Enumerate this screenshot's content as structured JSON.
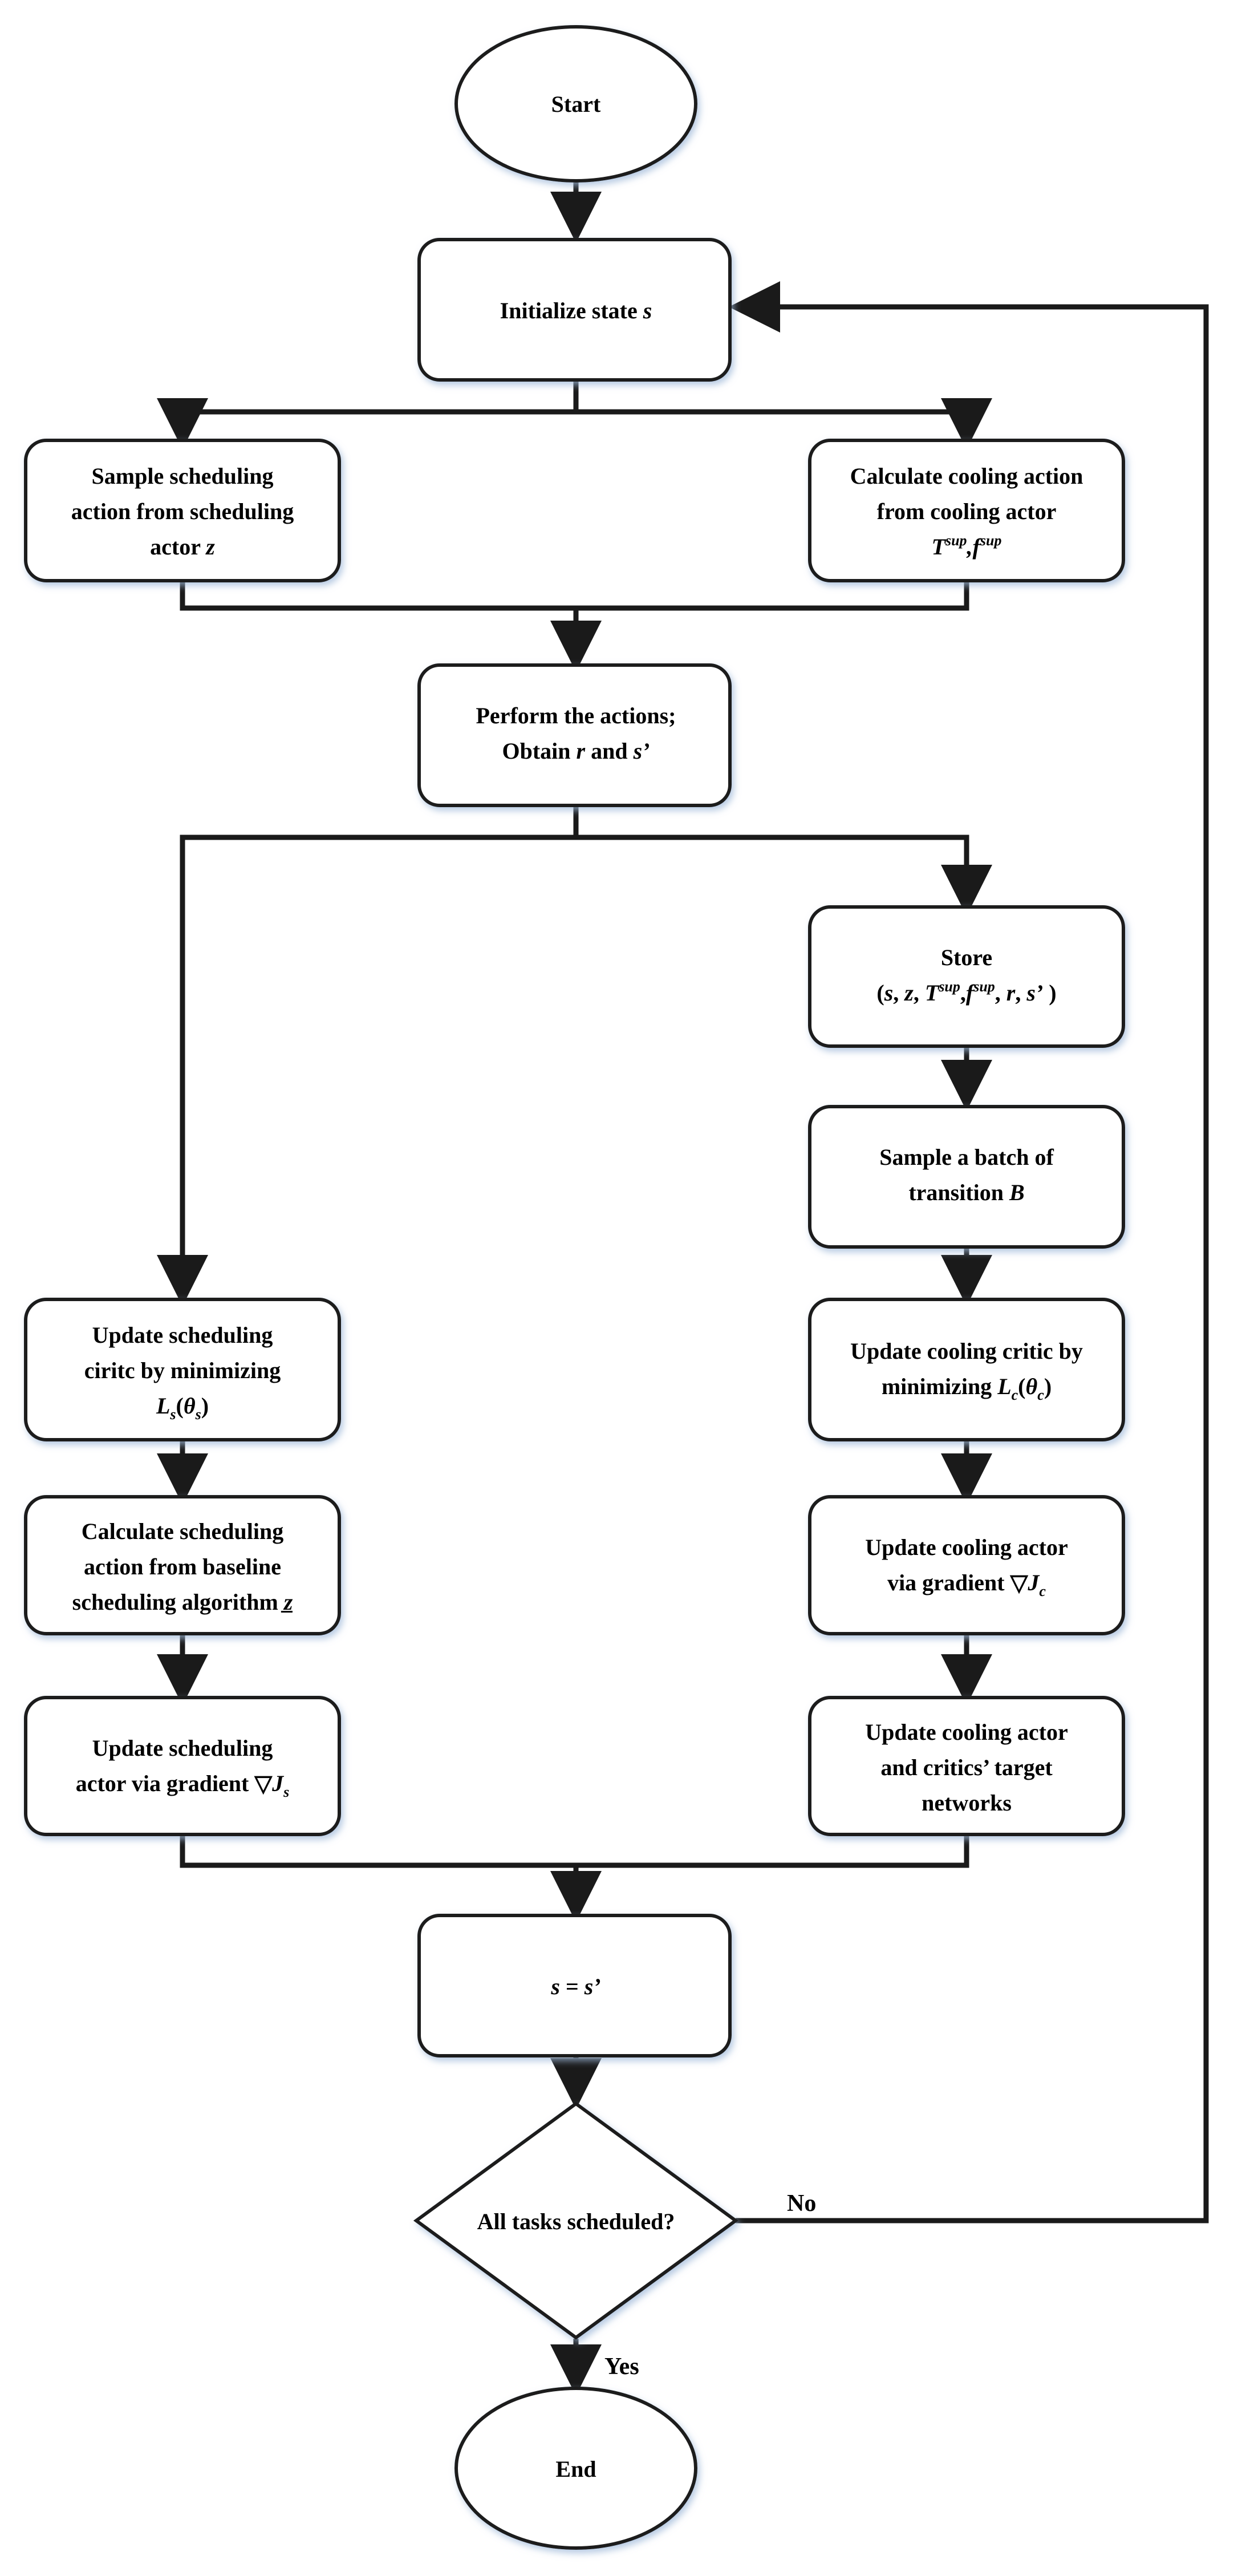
{
  "nodes": {
    "start": "Start",
    "init": [
      "Initialize state ",
      {
        "i": "s"
      }
    ],
    "sample_sched": [
      [
        "Sample scheduling"
      ],
      [
        "action from scheduling"
      ],
      [
        "actor ",
        {
          "i": "z"
        }
      ]
    ],
    "calc_cool": [
      [
        "Calculate cooling action"
      ],
      [
        "from cooling actor"
      ],
      [
        {
          "i": "T"
        },
        {
          "i": "sup",
          "sup": true
        },
        {
          "i": ","
        },
        {
          "i": "f"
        },
        {
          "i": "sup",
          "sup": true
        }
      ]
    ],
    "perform": [
      [
        "Perform the actions;"
      ],
      [
        "Obtain ",
        {
          "i": "r"
        },
        " and ",
        {
          "i": "s’"
        }
      ]
    ],
    "store": [
      [
        "Store"
      ],
      [
        "(",
        {
          "i": "s"
        },
        ", ",
        {
          "i": "z"
        },
        ", ",
        {
          "i": "T"
        },
        {
          "i": "sup",
          "sup": true
        },
        ",",
        {
          "i": "f"
        },
        {
          "i": "sup",
          "sup": true
        },
        ", ",
        {
          "i": "r"
        },
        ", ",
        {
          "i": "s’"
        },
        "  )"
      ]
    ],
    "sample_batch": [
      [
        "Sample a batch of"
      ],
      [
        "transition ",
        {
          "i": "B"
        }
      ]
    ],
    "update_sched_critic": [
      [
        "Update scheduling"
      ],
      [
        "ciritc by minimizing"
      ],
      [
        {
          "i": "L"
        },
        {
          "i": "s",
          "sub": true
        },
        "(",
        {
          "i": "θ"
        },
        {
          "i": "s",
          "sub": true
        },
        ")"
      ]
    ],
    "update_cool_critic": [
      [
        "Update cooling critic by"
      ],
      [
        "minimizing ",
        {
          "i": "L"
        },
        {
          "i": "c",
          "sub": true
        },
        "(",
        {
          "i": "θ"
        },
        {
          "i": "c",
          "sub": true
        },
        ")"
      ]
    ],
    "calc_sched_baseline": [
      [
        "Calculate scheduling"
      ],
      [
        "action from baseline"
      ],
      [
        "scheduling algorithm ",
        {
          "i": "z̲"
        }
      ]
    ],
    "update_cool_actor": [
      [
        "Update cooling actor"
      ],
      [
        "via gradient ▽",
        {
          "i": "J"
        },
        {
          "i": "c",
          "sub": true
        }
      ]
    ],
    "update_sched_actor": [
      [
        "Update scheduling"
      ],
      [
        "actor via gradient ▽",
        {
          "i": "J"
        },
        {
          "i": "s",
          "sub": true
        }
      ]
    ],
    "update_targets": [
      [
        "Update cooling actor"
      ],
      [
        "and critics’ target"
      ],
      [
        "networks"
      ]
    ],
    "assign": [
      [
        {
          "i": "s"
        },
        " = ",
        {
          "i": "s’"
        }
      ]
    ],
    "decision": "All tasks scheduled?",
    "end": "End"
  },
  "edge_labels": {
    "no": "No",
    "yes": "Yes"
  },
  "colors": {
    "stroke": "#1a1a1a",
    "shadow": "#9db7d8",
    "fill": "#ffffff"
  }
}
